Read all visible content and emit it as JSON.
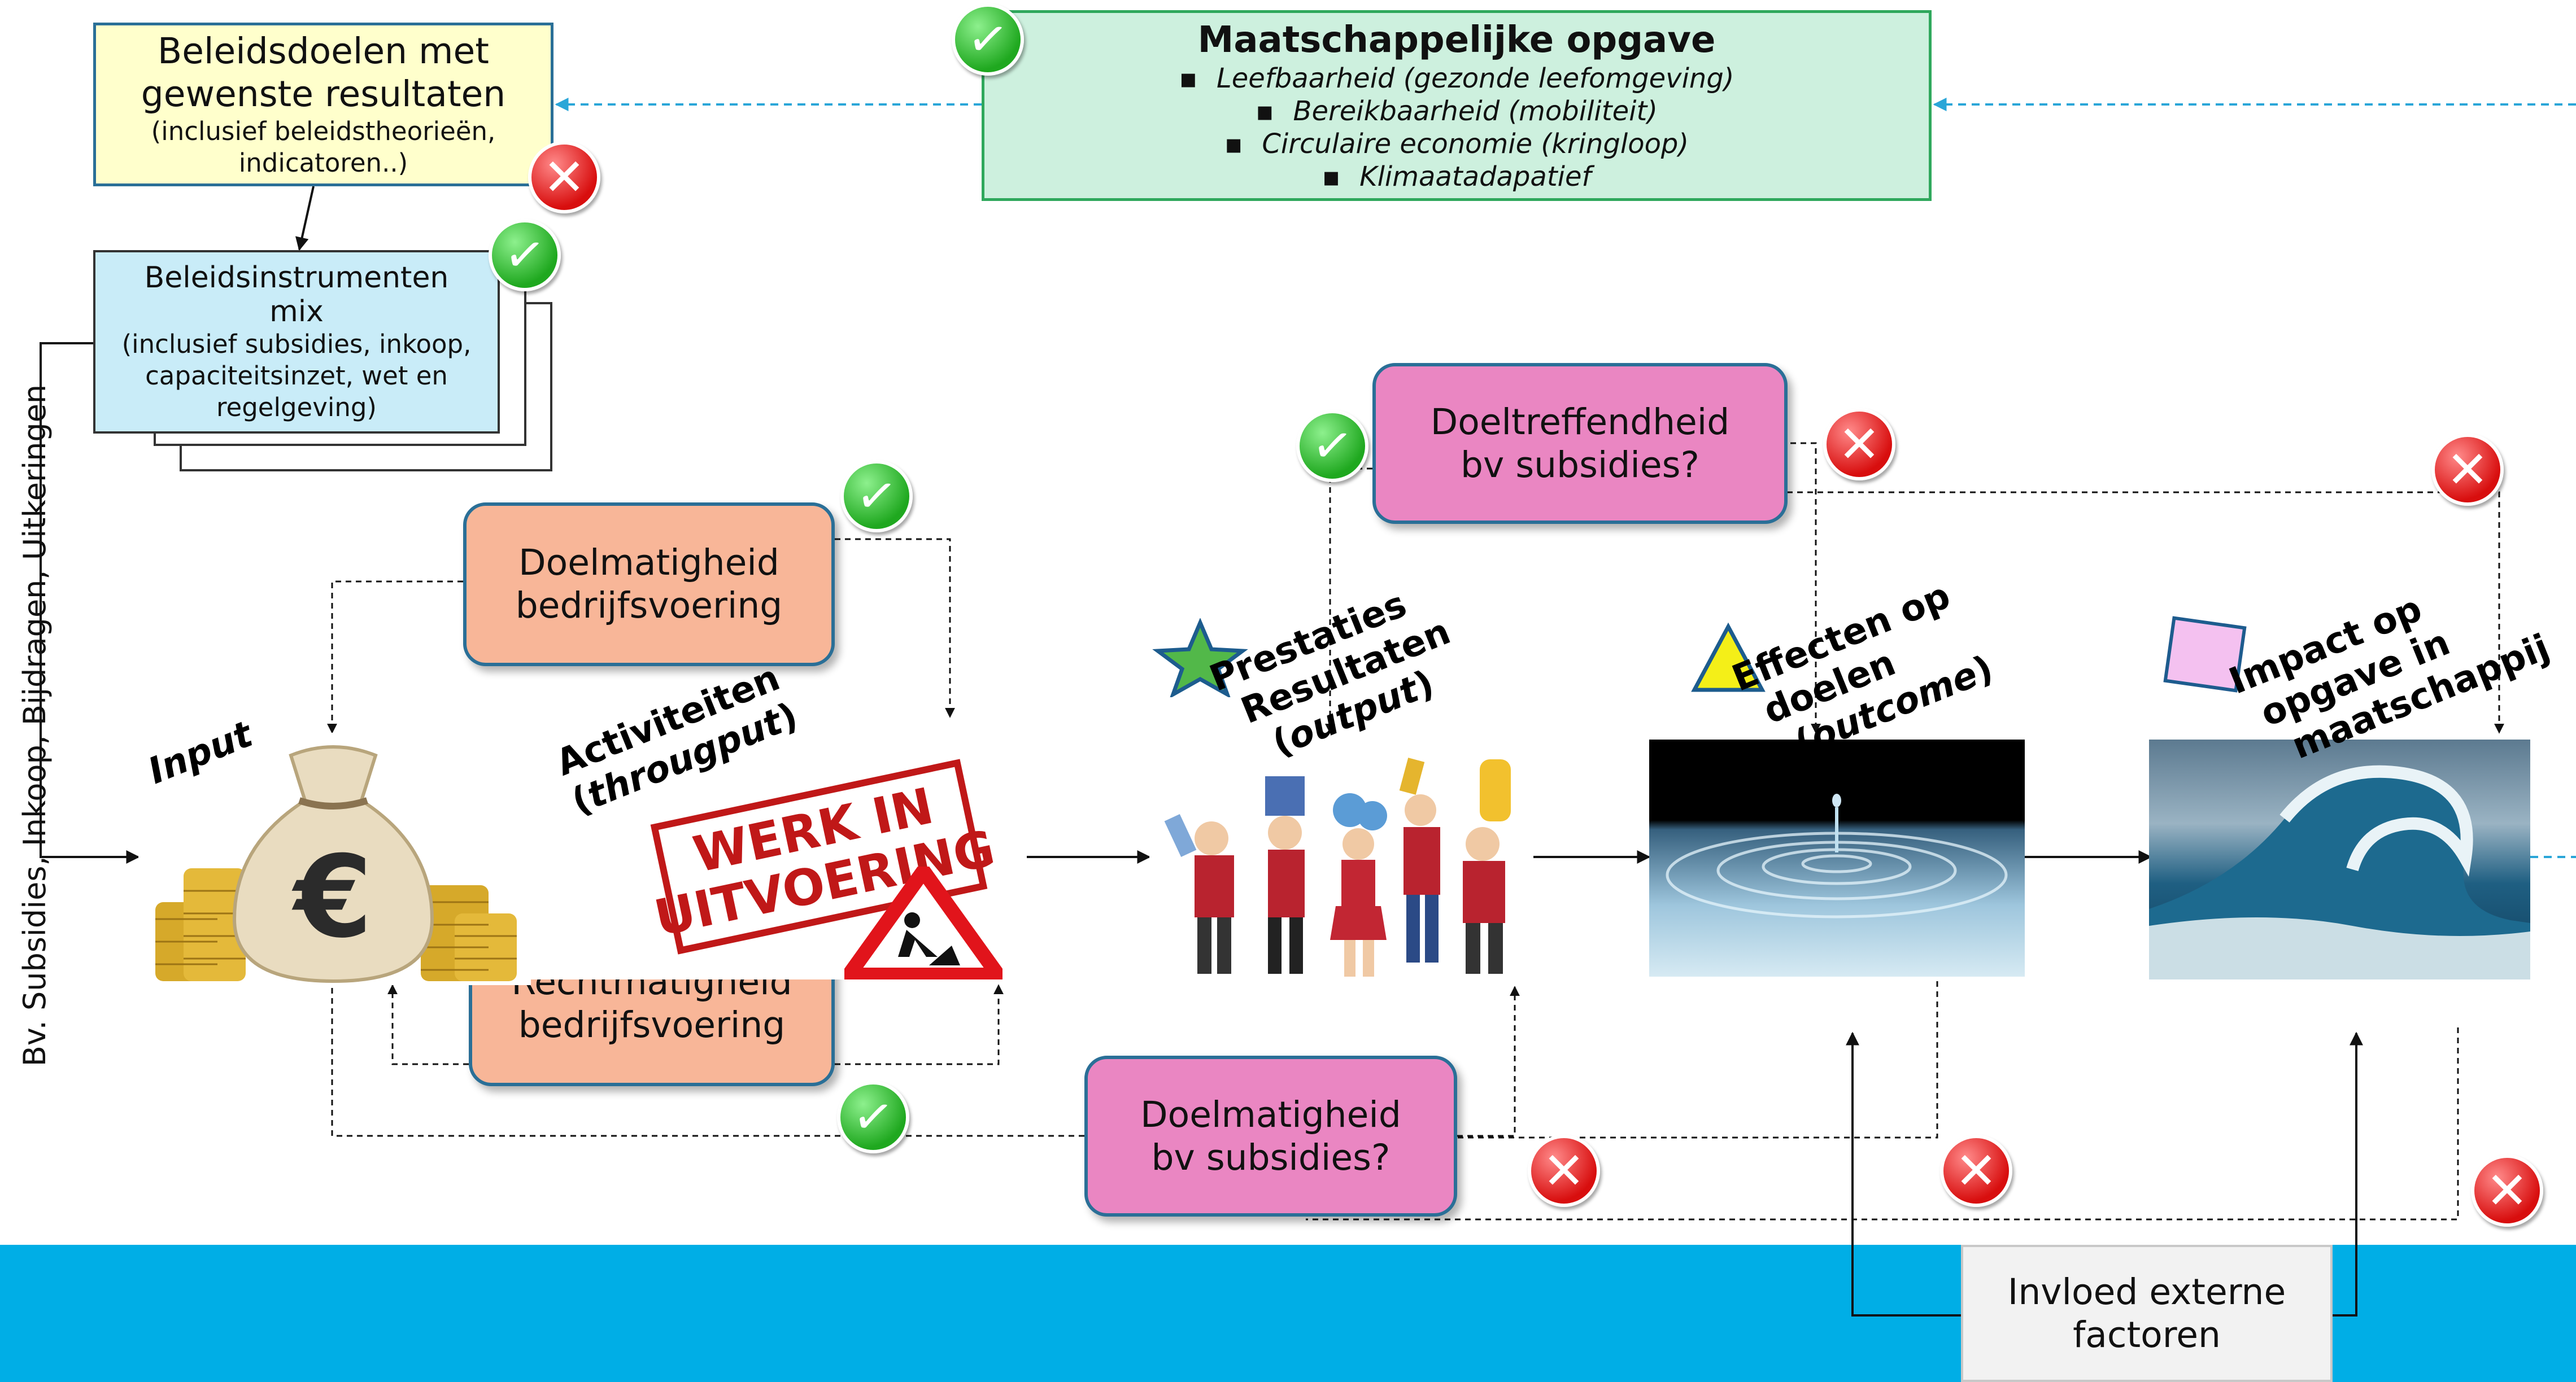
{
  "colors": {
    "beleidsdoelen_fill": "#ffffcc",
    "instrumenten_fill": "#c9ecf8",
    "opgave_fill": "#cdf0de",
    "salmon_fill": "#f8b698",
    "pink_fill": "#ea86c2",
    "bottom_band": "#00aee6",
    "check_green": "#22b022",
    "cross_red": "#e11b1b"
  },
  "opgave": {
    "title": "Maatschappelijke opgave",
    "items": [
      "Leefbaarheid (gezonde leefomgeving)",
      "Bereikbaarheid (mobiliteit)",
      "Circulaire economie (kringloop)",
      "Klimaatadapatief"
    ]
  },
  "beleidsdoelen": {
    "line1": "Beleidsdoelen met",
    "line2": "gewenste resultaten",
    "line3": "(inclusief beleidstheorieën,",
    "line4": "indicatoren..)"
  },
  "instrumenten": {
    "line1": "Beleidsinstrumenten",
    "line2": "mix",
    "line3": "(inclusief subsidies, inkoop,",
    "line4": "capaciteitsinzet, wet en",
    "line5": "regelgeving)"
  },
  "side_label": "Bv. Subsidies, Inkoop, Bijdragen, Uitkeringen",
  "stages": {
    "input": "Input",
    "activiteiten_1": "Activiteiten",
    "activiteiten_2": "througput",
    "prestaties_1": "Prestaties",
    "prestaties_2": "Resultaten",
    "prestaties_3": "output",
    "effecten_1": "Effecten op",
    "effecten_2": "doelen",
    "effecten_3": "outcome",
    "impact_1": "Impact op",
    "impact_2": "opgave in",
    "impact_3": "maatschappij"
  },
  "boxes": {
    "doelmatigheid_bedrijf_1": "Doelmatigheid",
    "doelmatigheid_bedrijf_2": "bedrijfsvoering",
    "rechtmatigheid_1": "Rechtmatigheid",
    "rechtmatigheid_2": "bedrijfsvoering",
    "doeltreffendheid_1": "Doeltreffendheid",
    "doeltreffendheid_2": "bv subsidies?",
    "doelmatigheid_sub_1": "Doelmatigheid",
    "doelmatigheid_sub_2": "bv subsidies?",
    "extern_1": "Invloed externe",
    "extern_2": "factoren"
  },
  "images": {
    "werk_sign_1": "WERK IN",
    "werk_sign_2": "UITVOERING",
    "money_bag_icon": "euro-money-bag",
    "crowd_icon": "cheering-crowd",
    "water_drop_icon": "water-ripple",
    "wave_icon": "ocean-wave"
  },
  "icons": {
    "check": "✓",
    "cross": "✕"
  }
}
